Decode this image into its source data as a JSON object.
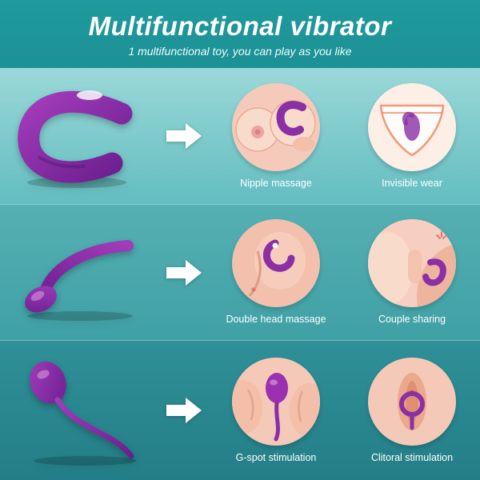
{
  "header": {
    "title": "Multifunctional vibrator",
    "subtitle": "1 multifunctional toy, you can play as you like"
  },
  "rows": [
    {
      "product": "u-shape couples vibrator",
      "uses": [
        {
          "label": "Nipple massage",
          "icon": "nipple-massage-illustration"
        },
        {
          "label": "Invisible wear",
          "icon": "invisible-wear-illustration"
        }
      ]
    },
    {
      "product": "curved double-head wand",
      "uses": [
        {
          "label": "Double head massage",
          "icon": "double-head-massage-illustration"
        },
        {
          "label": "Couple sharing",
          "icon": "couple-sharing-illustration"
        }
      ]
    },
    {
      "product": "egg vibrator with tail",
      "uses": [
        {
          "label": "G-spot stimulation",
          "icon": "g-spot-stimulation-illustration"
        },
        {
          "label": "Clitoral stimulation",
          "icon": "clitoral-stimulation-illustration"
        }
      ]
    }
  ],
  "colors": {
    "header_bg": "#1e9598",
    "row1_bg": "#8fd2d3",
    "row2_bg": "#4aa9ad",
    "row3_bg": "#2b8d94",
    "accent_purple": "#8a2fa5",
    "skin": "#f6cfc0",
    "text": "#ffffff"
  }
}
